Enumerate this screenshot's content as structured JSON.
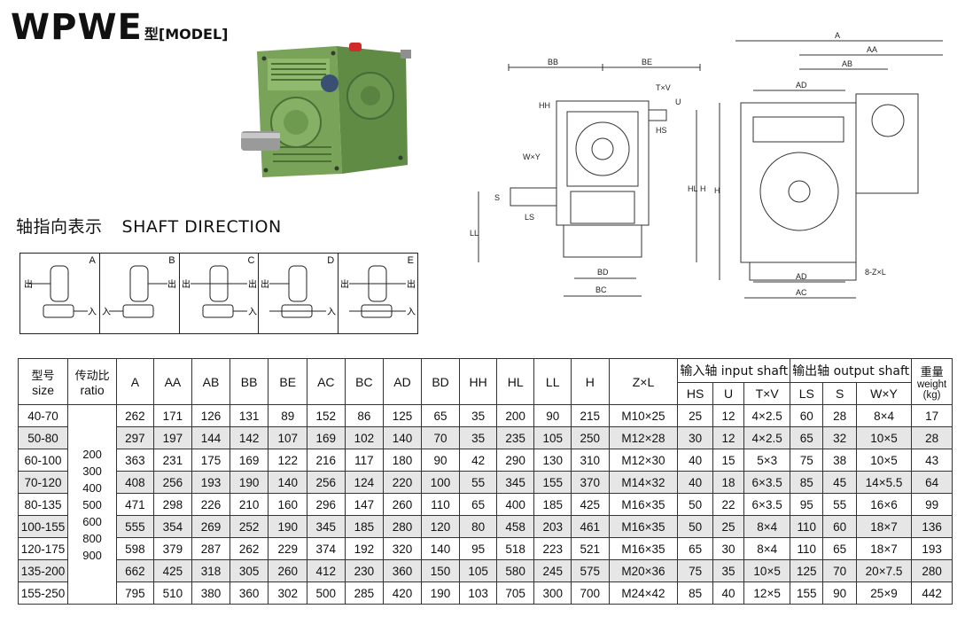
{
  "title": {
    "model": "WPWE",
    "suffix": "型[MODEL]"
  },
  "shaft_direction": {
    "heading_cn": "轴指向表示",
    "heading_en": "SHAFT  DIRECTION",
    "panels": [
      {
        "letter": "A",
        "left": "出",
        "right": "",
        "bottom_label": "入"
      },
      {
        "letter": "B",
        "left": "",
        "right": "出",
        "bottom_label": "入"
      },
      {
        "letter": "C",
        "left": "出",
        "right": "出",
        "bottom_label": "入"
      },
      {
        "letter": "D",
        "left": "出",
        "right": "",
        "bottom_label": "入"
      },
      {
        "letter": "E",
        "left": "出",
        "right": "出",
        "bottom_label": "入"
      }
    ]
  },
  "drawing_labels": {
    "front": [
      "BB",
      "BE",
      "T×V",
      "U",
      "HH",
      "HS",
      "W×Y",
      "S",
      "LS",
      "HL",
      "H",
      "LL",
      "BD",
      "BC"
    ],
    "side": [
      "A",
      "AA",
      "AB",
      "AD",
      "AD",
      "AC",
      "8-Z×L",
      "H"
    ]
  },
  "table": {
    "headers": {
      "model_cn": "型号",
      "model_en": "size",
      "ratio_cn": "传动比",
      "ratio_en": "ratio",
      "cols": [
        "A",
        "AA",
        "AB",
        "BB",
        "BE",
        "AC",
        "BC",
        "AD",
        "BD",
        "HH",
        "HL",
        "LL",
        "H",
        "Z×L"
      ],
      "input_group": "输入轴  input  shaft",
      "input_cols": [
        "HS",
        "U",
        "T×V"
      ],
      "output_group": "输出轴  output  shaft",
      "output_cols": [
        "LS",
        "S",
        "W×Y"
      ],
      "weight_cn": "重量",
      "weight_en": "weight",
      "weight_unit": "(kg)"
    },
    "ratio_values": [
      "200",
      "300",
      "400",
      "500",
      "600",
      "800",
      "900"
    ],
    "rows": [
      [
        "40-70",
        "262",
        "171",
        "126",
        "131",
        "89",
        "152",
        "86",
        "125",
        "65",
        "35",
        "200",
        "90",
        "215",
        "M10×25",
        "25",
        "12",
        "4×2.5",
        "60",
        "28",
        "8×4",
        "17"
      ],
      [
        "50-80",
        "297",
        "197",
        "144",
        "142",
        "107",
        "169",
        "102",
        "140",
        "70",
        "35",
        "235",
        "105",
        "250",
        "M12×28",
        "30",
        "12",
        "4×2.5",
        "65",
        "32",
        "10×5",
        "28"
      ],
      [
        "60-100",
        "363",
        "231",
        "175",
        "169",
        "122",
        "216",
        "117",
        "180",
        "90",
        "42",
        "290",
        "130",
        "310",
        "M12×30",
        "40",
        "15",
        "5×3",
        "75",
        "38",
        "10×5",
        "43"
      ],
      [
        "70-120",
        "408",
        "256",
        "193",
        "190",
        "140",
        "256",
        "124",
        "220",
        "100",
        "55",
        "345",
        "155",
        "370",
        "M14×32",
        "40",
        "18",
        "6×3.5",
        "85",
        "45",
        "14×5.5",
        "64"
      ],
      [
        "80-135",
        "471",
        "298",
        "226",
        "210",
        "160",
        "296",
        "147",
        "260",
        "110",
        "65",
        "400",
        "185",
        "425",
        "M16×35",
        "50",
        "22",
        "6×3.5",
        "95",
        "55",
        "16×6",
        "99"
      ],
      [
        "100-155",
        "555",
        "354",
        "269",
        "252",
        "190",
        "345",
        "185",
        "280",
        "120",
        "80",
        "458",
        "203",
        "461",
        "M16×35",
        "50",
        "25",
        "8×4",
        "110",
        "60",
        "18×7",
        "136"
      ],
      [
        "120-175",
        "598",
        "379",
        "287",
        "262",
        "229",
        "374",
        "192",
        "320",
        "140",
        "95",
        "518",
        "223",
        "521",
        "M16×35",
        "65",
        "30",
        "8×4",
        "110",
        "65",
        "18×7",
        "193"
      ],
      [
        "135-200",
        "662",
        "425",
        "318",
        "305",
        "260",
        "412",
        "230",
        "360",
        "150",
        "105",
        "580",
        "245",
        "575",
        "M20×36",
        "75",
        "35",
        "10×5",
        "125",
        "70",
        "20×7.5",
        "280"
      ],
      [
        "155-250",
        "795",
        "510",
        "380",
        "360",
        "302",
        "500",
        "285",
        "420",
        "190",
        "103",
        "705",
        "300",
        "700",
        "M24×42",
        "85",
        "40",
        "12×5",
        "155",
        "90",
        "25×9",
        "442"
      ]
    ]
  }
}
